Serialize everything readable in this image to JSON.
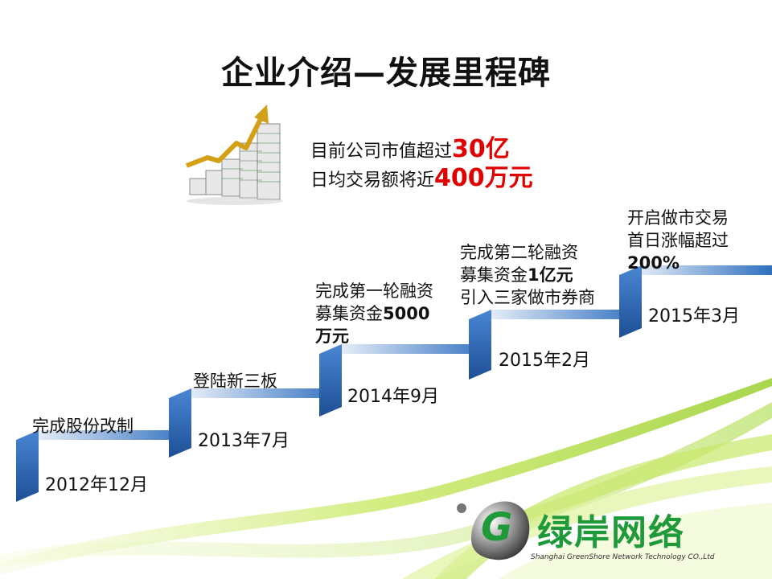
{
  "title": "企业介绍—发展里程碑",
  "stats": [
    {
      "prefix": "目前公司市值超过",
      "highlight": "30亿"
    },
    {
      "prefix": "日均交易额将近",
      "highlight": "400万元"
    }
  ],
  "milestones": [
    {
      "lines": [
        {
          "text": "完成股份改制"
        }
      ],
      "date": "2012年12月"
    },
    {
      "lines": [
        {
          "text": "登陆新三板"
        }
      ],
      "date": "2013年7月"
    },
    {
      "lines": [
        {
          "text": "完成第一轮融资"
        },
        {
          "text": "募集资金",
          "bold": "5000"
        },
        {
          "bold": "万元"
        }
      ],
      "date": "2014年9月"
    },
    {
      "lines": [
        {
          "text": "完成第二轮融资"
        },
        {
          "text": "募集资金",
          "bold": "1亿元"
        },
        {
          "text": "引入三家做市券商"
        }
      ],
      "date": "2015年2月"
    },
    {
      "lines": [
        {
          "text": "开启做市交易"
        },
        {
          "text": "首日涨幅超过"
        },
        {
          "bold": "200%"
        }
      ],
      "date": "2015年3月"
    }
  ],
  "logo": {
    "letter": "G",
    "name": "绿岸网络",
    "subtitle": "Shanghai GreenShore Network Technology CO.,Ltd"
  },
  "colors": {
    "accent": "#e00000",
    "step_blue": "#2f6fc0",
    "logo_green": "#1f9a3a"
  }
}
